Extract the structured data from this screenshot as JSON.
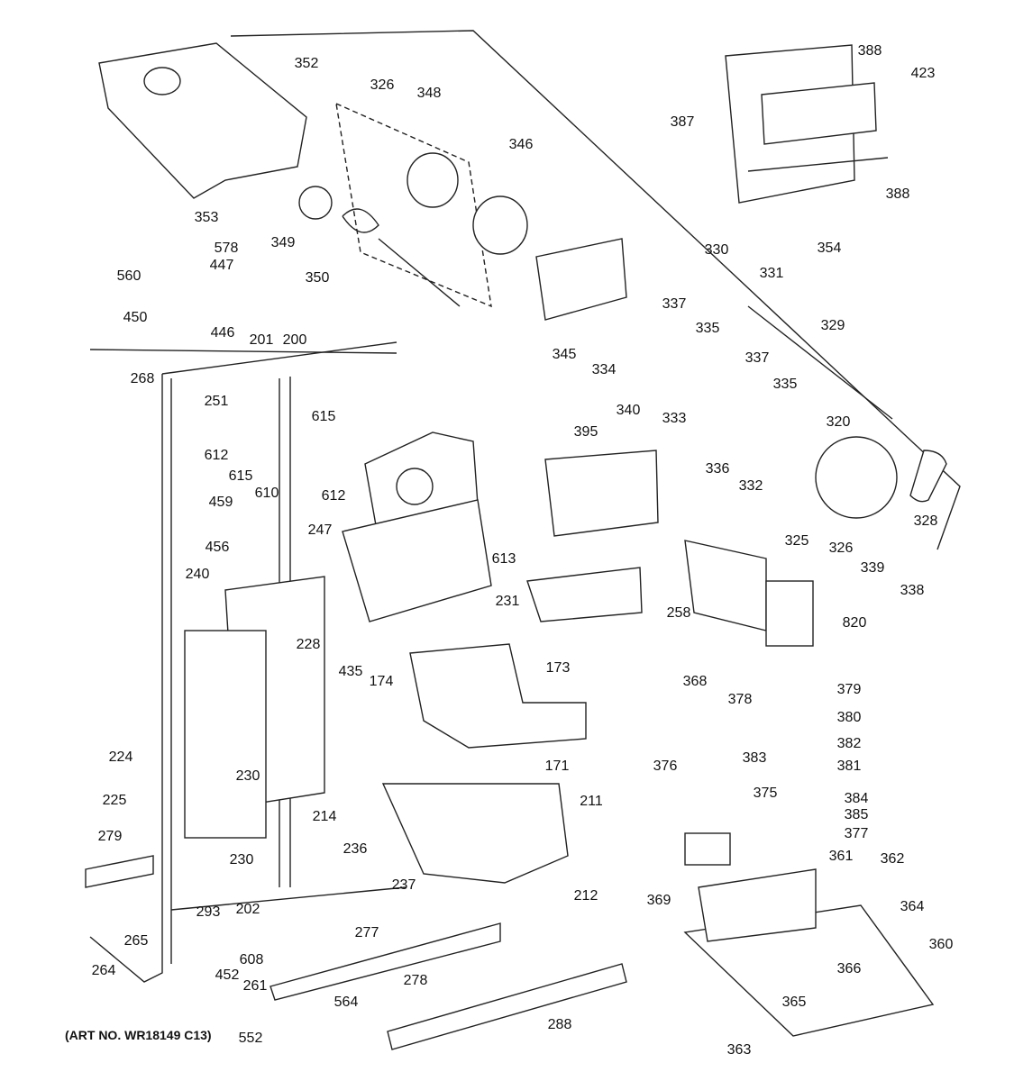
{
  "footer": "(ART NO. WR18149 C13)",
  "parts": [
    "352",
    "326",
    "348",
    "346",
    "353",
    "349",
    "350",
    "578",
    "447",
    "560",
    "450",
    "446",
    "345",
    "334",
    "337",
    "335",
    "330",
    "331",
    "354",
    "329",
    "340",
    "333",
    "337",
    "335",
    "320",
    "336",
    "332",
    "325",
    "326",
    "328",
    "339",
    "338",
    "387",
    "388",
    "423",
    "388",
    "268",
    "201",
    "200",
    "251",
    "612",
    "615",
    "610",
    "615",
    "612",
    "459",
    "456",
    "395",
    "247",
    "613",
    "240",
    "228",
    "231",
    "258",
    "820",
    "435",
    "174",
    "173",
    "368",
    "378",
    "379",
    "380",
    "382",
    "381",
    "376",
    "383",
    "375",
    "384",
    "385",
    "377",
    "224",
    "225",
    "230",
    "214",
    "171",
    "211",
    "236",
    "230",
    "279",
    "237",
    "212",
    "361",
    "362",
    "369",
    "202",
    "293",
    "265",
    "364",
    "360",
    "277",
    "608",
    "264",
    "452",
    "261",
    "366",
    "365",
    "278",
    "564",
    "288",
    "552",
    "363"
  ]
}
